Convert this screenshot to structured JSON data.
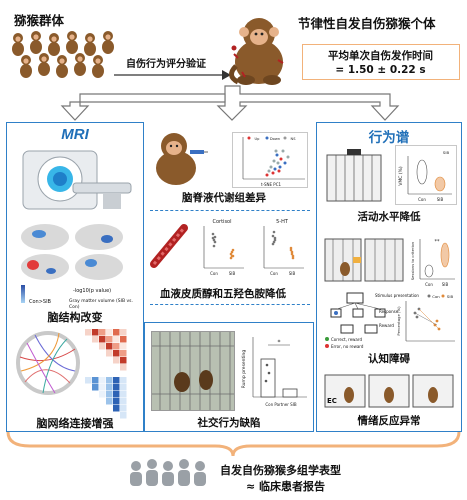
{
  "header": {
    "group_label": "猕猴群体",
    "validation_label": "自伤行为评分验证",
    "individual_label": "节律性自发自伤猕猴个体",
    "duration_title": "平均单次自伤发作时间",
    "duration_value": "= 1.50 ± 0.22 s"
  },
  "mri": {
    "title": "MRI",
    "structure_label": "脑结构改变",
    "network_label": "脑网络连接增强",
    "legend_text": "-log10(p value)",
    "legend_gm": "Gray matter volume (SIB vs. Con)",
    "legend_sib": "Con>SIB"
  },
  "middle": {
    "csf_label": "脑脊液代谢组差异",
    "blood_label": "血液皮质醇和五羟色胺降低",
    "social_label": "社交行为缺陷",
    "cortisol_title": "Cortisol",
    "serotonin_title": "5-HT",
    "social_axis": "Rump presenting",
    "x_con": "Con",
    "x_sib": "SIB",
    "x_social": "Con Partner SIB",
    "pca_ylabel": "-log10(p)",
    "pca_xlabel": "t-SNE PC1",
    "pca_legend": [
      "Up",
      "Down",
      "NS"
    ]
  },
  "behavior": {
    "title": "行为谱",
    "activity_label": "活动水平降低",
    "cognition_label": "认知障碍",
    "emotion_label": "情绪反应异常",
    "ec_label": "EC",
    "legend_con": "Con",
    "legend_sib": "SIB",
    "ylab_activity": "VMC (%)",
    "ylab_sessions": "Sessions to criterion",
    "ylab_percent": "Percentage (%)",
    "cog_steps": [
      "Stimulus presentation",
      "Response",
      "Reward"
    ],
    "cog_marks": [
      "Correct, reward",
      "Error, no reward"
    ]
  },
  "footer": {
    "line1": "自发自伤猕猴多组学表型",
    "line2": "≈ 临床患者报告"
  },
  "colors": {
    "accent": "#2f80c8",
    "header_text": "#1f6fb8",
    "arrow_fill": "#ffffff",
    "orange_border": "#f2b27a",
    "monkey": "#8a5a2b",
    "blood": "#b22222"
  }
}
